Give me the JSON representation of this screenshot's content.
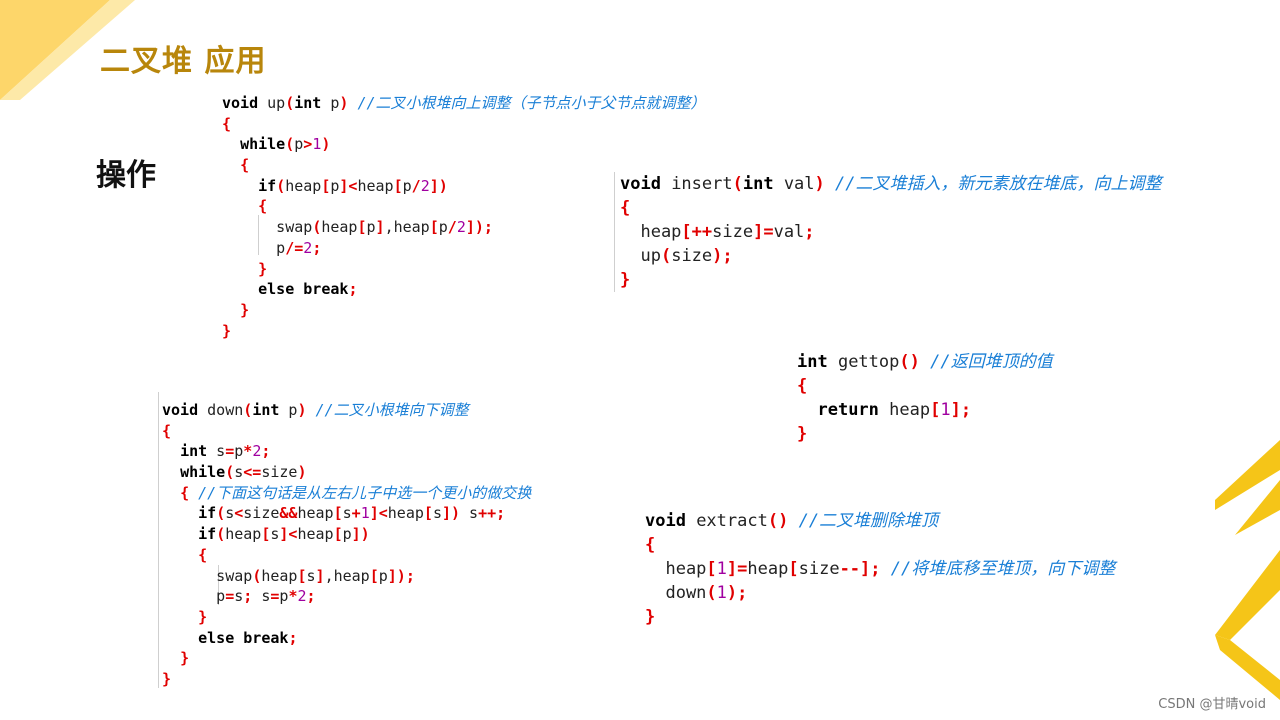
{
  "slide": {
    "title": "二叉堆 应用",
    "section": "操作",
    "watermark": "CSDN @甘晴void",
    "accent_color": "#f5c518",
    "title_color": "#b8860b"
  },
  "code_blocks": {
    "up": [
      [
        [
          "kw",
          "void"
        ],
        [
          "ident",
          " up"
        ],
        [
          "op",
          "("
        ],
        [
          "kw",
          "int"
        ],
        [
          "ident",
          " p"
        ],
        [
          "op",
          ")"
        ],
        [
          "ident",
          " "
        ],
        [
          "cm",
          "//二叉小根堆向上调整（子节点小于父节点就调整）"
        ]
      ],
      [
        [
          "op",
          "{"
        ]
      ],
      [
        [
          "ident",
          "  "
        ],
        [
          "kw",
          "while"
        ],
        [
          "op",
          "("
        ],
        [
          "ident",
          "p"
        ],
        [
          "op",
          ">"
        ],
        [
          "num",
          "1"
        ],
        [
          "op",
          ")"
        ]
      ],
      [
        [
          "ident",
          "  "
        ],
        [
          "op",
          "{"
        ]
      ],
      [
        [
          "ident",
          "    "
        ],
        [
          "kw",
          "if"
        ],
        [
          "op",
          "("
        ],
        [
          "ident",
          "heap"
        ],
        [
          "op",
          "["
        ],
        [
          "ident",
          "p"
        ],
        [
          "op",
          "]<"
        ],
        [
          "ident",
          "heap"
        ],
        [
          "op",
          "["
        ],
        [
          "ident",
          "p"
        ],
        [
          "op",
          "/"
        ],
        [
          "num",
          "2"
        ],
        [
          "op",
          "])"
        ]
      ],
      [
        [
          "ident",
          "    "
        ],
        [
          "op",
          "{"
        ]
      ],
      [
        [
          "ident",
          "      swap"
        ],
        [
          "op",
          "("
        ],
        [
          "ident",
          "heap"
        ],
        [
          "op",
          "["
        ],
        [
          "ident",
          "p"
        ],
        [
          "op",
          "]"
        ],
        [
          "ident",
          ","
        ],
        [
          "ident",
          "heap"
        ],
        [
          "op",
          "["
        ],
        [
          "ident",
          "p"
        ],
        [
          "op",
          "/"
        ],
        [
          "num",
          "2"
        ],
        [
          "op",
          "]);"
        ]
      ],
      [
        [
          "ident",
          "      p"
        ],
        [
          "op",
          "/="
        ],
        [
          "num",
          "2"
        ],
        [
          "op",
          ";"
        ]
      ],
      [
        [
          "ident",
          "    "
        ],
        [
          "op",
          "}"
        ]
      ],
      [
        [
          "ident",
          "    "
        ],
        [
          "kw",
          "else break"
        ],
        [
          "op",
          ";"
        ]
      ],
      [
        [
          "ident",
          "  "
        ],
        [
          "op",
          "}"
        ]
      ],
      [
        [
          "op",
          "}"
        ]
      ]
    ],
    "insert": [
      [
        [
          "kw",
          "void"
        ],
        [
          "ident",
          " insert"
        ],
        [
          "op",
          "("
        ],
        [
          "kw",
          "int"
        ],
        [
          "ident",
          " val"
        ],
        [
          "op",
          ")"
        ],
        [
          "ident",
          " "
        ],
        [
          "cm",
          "//二叉堆插入，新元素放在堆底，向上调整"
        ]
      ],
      [
        [
          "op",
          "{"
        ]
      ],
      [
        [
          "ident",
          "  heap"
        ],
        [
          "op",
          "[++"
        ],
        [
          "ident",
          "size"
        ],
        [
          "op",
          "]="
        ],
        [
          "ident",
          "val"
        ],
        [
          "op",
          ";"
        ]
      ],
      [
        [
          "ident",
          "  up"
        ],
        [
          "op",
          "("
        ],
        [
          "ident",
          "size"
        ],
        [
          "op",
          ");"
        ]
      ],
      [
        [
          "op",
          "}"
        ]
      ]
    ],
    "gettop": [
      [
        [
          "kw",
          "int"
        ],
        [
          "ident",
          " gettop"
        ],
        [
          "op",
          "()"
        ],
        [
          "ident",
          " "
        ],
        [
          "cm",
          "//返回堆顶的值"
        ]
      ],
      [
        [
          "op",
          "{"
        ]
      ],
      [
        [
          "ident",
          "  "
        ],
        [
          "kw",
          "return"
        ],
        [
          "ident",
          " heap"
        ],
        [
          "op",
          "["
        ],
        [
          "num",
          "1"
        ],
        [
          "op",
          "];"
        ]
      ],
      [
        [
          "op",
          "}"
        ]
      ]
    ],
    "down": [
      [
        [
          "kw",
          "void"
        ],
        [
          "ident",
          " down"
        ],
        [
          "op",
          "("
        ],
        [
          "kw",
          "int"
        ],
        [
          "ident",
          " p"
        ],
        [
          "op",
          ")"
        ],
        [
          "ident",
          " "
        ],
        [
          "cm",
          "//二叉小根堆向下调整"
        ]
      ],
      [
        [
          "op",
          "{"
        ]
      ],
      [
        [
          "ident",
          "  "
        ],
        [
          "kw",
          "int"
        ],
        [
          "ident",
          " s"
        ],
        [
          "op",
          "="
        ],
        [
          "ident",
          "p"
        ],
        [
          "op",
          "*"
        ],
        [
          "num",
          "2"
        ],
        [
          "op",
          ";"
        ]
      ],
      [
        [
          "ident",
          "  "
        ],
        [
          "kw",
          "while"
        ],
        [
          "op",
          "("
        ],
        [
          "ident",
          "s"
        ],
        [
          "op",
          "<="
        ],
        [
          "ident",
          "size"
        ],
        [
          "op",
          ")"
        ]
      ],
      [
        [
          "ident",
          "  "
        ],
        [
          "op",
          "{"
        ],
        [
          "ident",
          " "
        ],
        [
          "cm",
          "//下面这句话是从左右儿子中选一个更小的做交换"
        ]
      ],
      [
        [
          "ident",
          "    "
        ],
        [
          "kw",
          "if"
        ],
        [
          "op",
          "("
        ],
        [
          "ident",
          "s"
        ],
        [
          "op",
          "<"
        ],
        [
          "ident",
          "size"
        ],
        [
          "op",
          "&&"
        ],
        [
          "ident",
          "heap"
        ],
        [
          "op",
          "["
        ],
        [
          "ident",
          "s"
        ],
        [
          "op",
          "+"
        ],
        [
          "num",
          "1"
        ],
        [
          "op",
          "]<"
        ],
        [
          "ident",
          "heap"
        ],
        [
          "op",
          "["
        ],
        [
          "ident",
          "s"
        ],
        [
          "op",
          "])"
        ],
        [
          "ident",
          " s"
        ],
        [
          "op",
          "++;"
        ]
      ],
      [
        [
          "ident",
          "    "
        ],
        [
          "kw",
          "if"
        ],
        [
          "op",
          "("
        ],
        [
          "ident",
          "heap"
        ],
        [
          "op",
          "["
        ],
        [
          "ident",
          "s"
        ],
        [
          "op",
          "]<"
        ],
        [
          "ident",
          "heap"
        ],
        [
          "op",
          "["
        ],
        [
          "ident",
          "p"
        ],
        [
          "op",
          "])"
        ]
      ],
      [
        [
          "ident",
          "    "
        ],
        [
          "op",
          "{"
        ]
      ],
      [
        [
          "ident",
          "      swap"
        ],
        [
          "op",
          "("
        ],
        [
          "ident",
          "heap"
        ],
        [
          "op",
          "["
        ],
        [
          "ident",
          "s"
        ],
        [
          "op",
          "]"
        ],
        [
          "ident",
          ",heap"
        ],
        [
          "op",
          "["
        ],
        [
          "ident",
          "p"
        ],
        [
          "op",
          "]);"
        ]
      ],
      [
        [
          "ident",
          "      p"
        ],
        [
          "op",
          "="
        ],
        [
          "ident",
          "s"
        ],
        [
          "op",
          ";"
        ],
        [
          "ident",
          " s"
        ],
        [
          "op",
          "="
        ],
        [
          "ident",
          "p"
        ],
        [
          "op",
          "*"
        ],
        [
          "num",
          "2"
        ],
        [
          "op",
          ";"
        ]
      ],
      [
        [
          "ident",
          "    "
        ],
        [
          "op",
          "}"
        ]
      ],
      [
        [
          "ident",
          "    "
        ],
        [
          "kw",
          "else break"
        ],
        [
          "op",
          ";"
        ]
      ],
      [
        [
          "ident",
          "  "
        ],
        [
          "op",
          "}"
        ]
      ],
      [
        [
          "op",
          "}"
        ]
      ]
    ],
    "extract": [
      [
        [
          "kw",
          "void"
        ],
        [
          "ident",
          " extract"
        ],
        [
          "op",
          "()"
        ],
        [
          "ident",
          " "
        ],
        [
          "cm",
          "//二叉堆删除堆顶"
        ]
      ],
      [
        [
          "op",
          "{"
        ]
      ],
      [
        [
          "ident",
          "  heap"
        ],
        [
          "op",
          "["
        ],
        [
          "num",
          "1"
        ],
        [
          "op",
          "]="
        ],
        [
          "ident",
          "heap"
        ],
        [
          "op",
          "["
        ],
        [
          "ident",
          "size"
        ],
        [
          "op",
          "--];"
        ],
        [
          "ident",
          " "
        ],
        [
          "cm",
          "//将堆底移至堆顶，向下调整"
        ]
      ],
      [
        [
          "ident",
          "  down"
        ],
        [
          "op",
          "("
        ],
        [
          "num",
          "1"
        ],
        [
          "op",
          ");"
        ]
      ],
      [
        [
          "op",
          "}"
        ]
      ]
    ]
  }
}
